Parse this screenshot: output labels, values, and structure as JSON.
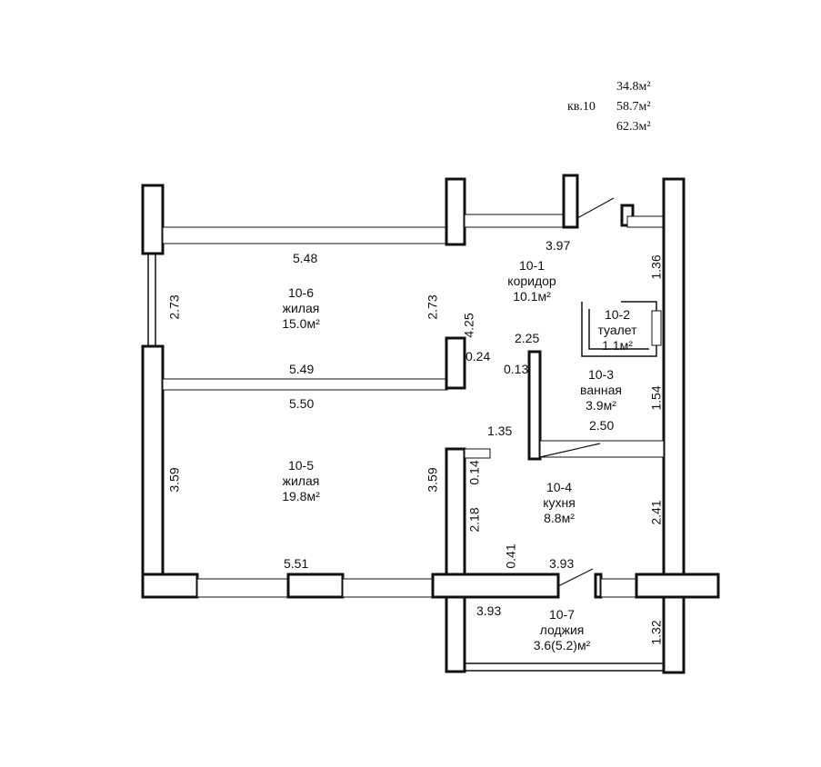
{
  "summary": {
    "apartment_label": "кв.10",
    "area_living": "34.8м²",
    "area_total": "58.7м²",
    "area_total_with_loggia": "62.3м²"
  },
  "rooms": {
    "corridor": {
      "id": "10-1",
      "name": "коридор",
      "area": "10.1м²"
    },
    "toilet": {
      "id": "10-2",
      "name": "туалет",
      "area": "1.1м²"
    },
    "bath": {
      "id": "10-3",
      "name": "ванная",
      "area": "3.9м²"
    },
    "kitchen": {
      "id": "10-4",
      "name": "кухня",
      "area": "8.8м²"
    },
    "room5": {
      "id": "10-5",
      "name": "жилая",
      "area": "19.8м²"
    },
    "room6": {
      "id": "10-6",
      "name": "жилая",
      "area": "15.0м²"
    },
    "loggia": {
      "id": "10-7",
      "name": "лоджия",
      "area": "3.6(5.2)м²"
    }
  },
  "dimensions": {
    "d_548": "5.48",
    "d_273_left": "2.73",
    "d_273_right": "2.73",
    "d_549": "5.49",
    "d_550": "5.50",
    "d_359_left": "3.59",
    "d_359_right": "3.59",
    "d_551": "5.51",
    "d_397": "3.97",
    "d_136": "1.36",
    "d_425": "4.25",
    "d_024": "0.24",
    "d_225": "2.25",
    "d_013": "0.13",
    "d_154": "1.54",
    "d_135": "1.35",
    "d_250": "2.50",
    "d_014": "0.14",
    "d_218": "2.18",
    "d_241": "2.41",
    "d_041": "0.41",
    "d_393_top": "3.93",
    "d_393_bottom": "3.93",
    "d_132": "1.32"
  }
}
